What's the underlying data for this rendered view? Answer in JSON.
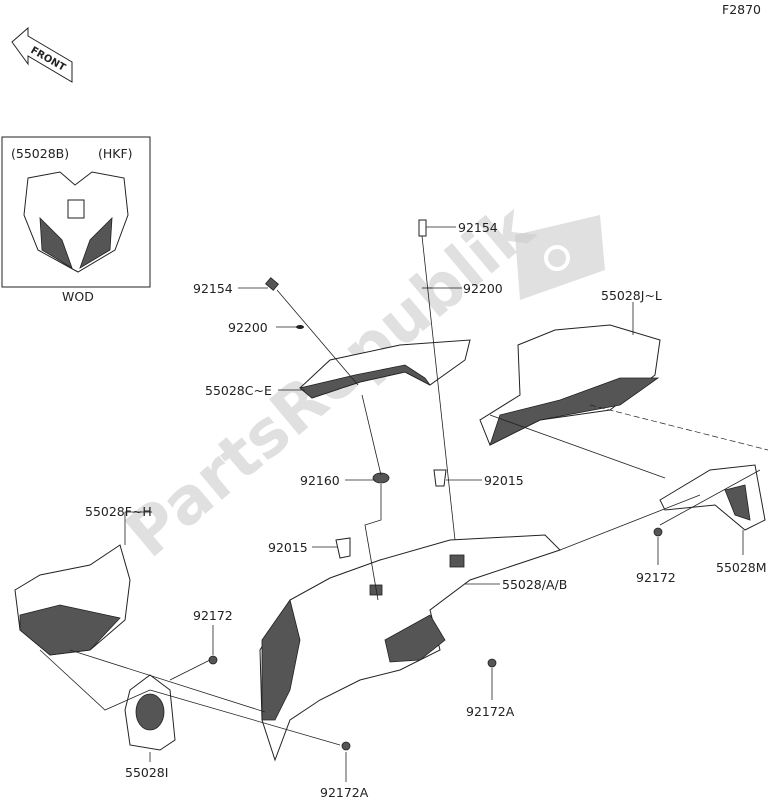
{
  "diagram_code": "F2870",
  "front_arrow_label": "FRONT",
  "watermark": "PartsRepublik",
  "inset": {
    "part": "(55028B)",
    "variant": "(HKF)",
    "caption": "WOD"
  },
  "labels": {
    "bolt_left": "92154",
    "washer_left": "92200",
    "windscreen": "55028C~E",
    "bolt_right": "92154",
    "washer_right": "92200",
    "side_cover_right": "55028J~L",
    "grommet": "92160",
    "nut_right": "92015",
    "side_cover_left": "55028F~H",
    "nut_left": "92015",
    "upper_cowl": "55028/A/B",
    "screw_right": "92172",
    "mirror_cover_right": "55028M",
    "screw_left": "92172",
    "screw_a_right": "92172A",
    "mirror_cover_left": "55028I",
    "screw_a_bottom": "92172A"
  }
}
